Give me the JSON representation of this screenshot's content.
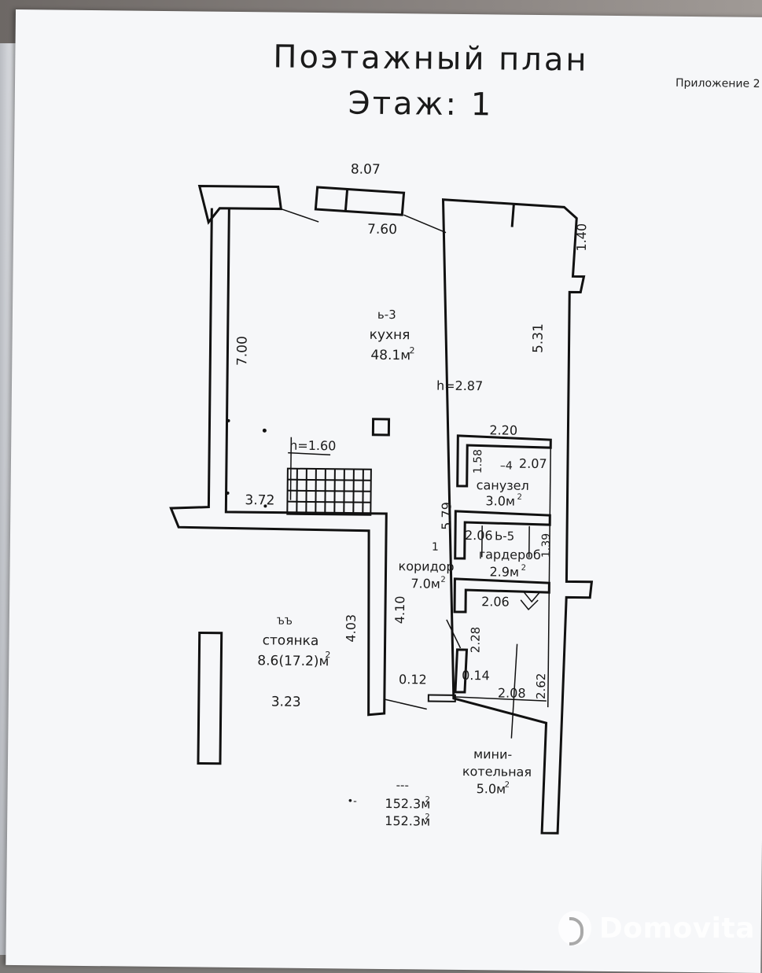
{
  "header": {
    "title_line1": "Поэтажный план",
    "title_line2": "Этаж: 1",
    "appendix": "Приложение 2"
  },
  "dimensions": {
    "top_outer": "8.07",
    "top_inner": "7.60",
    "right_top": "1.40",
    "left_wall": "7.00",
    "right_wall": "5.31",
    "stair_width": "3.72",
    "bath_top": "2.20",
    "bath_left": "1.58",
    "bath_right": "2.07",
    "corridor_left": "5.79",
    "wardrobe_left": "2.06",
    "wardrobe_right": "1.39",
    "closet_top": "2.06",
    "closet_left": "2.28",
    "boiler_right": "2.62",
    "boiler_top": "2.08",
    "door_left": "0.12",
    "door_right": "0.14",
    "parking_right": "4.03",
    "corridor_wall": "4.10",
    "parking_bottom": "3.23"
  },
  "rooms": {
    "kitchen": {
      "num": "ь-3",
      "name": "кухня",
      "area": "48.1м",
      "height": "h=2.87"
    },
    "stairs": {
      "height": "h=1.60"
    },
    "bathroom": {
      "num": "–4",
      "name": "санузел",
      "area": "3.0м"
    },
    "wardrobe": {
      "num": "Ь-5",
      "name": "гардероб",
      "area": "2.9м"
    },
    "corridor": {
      "num": "1",
      "name": "коридор",
      "area": "7.0м"
    },
    "parking": {
      "num": "ЪЪ",
      "name": "стоянка",
      "area": "8.6(17.2)м"
    },
    "boiler": {
      "name1": "мини-",
      "name2": "котельная",
      "area": "5.0м"
    }
  },
  "totals": {
    "dashes": "---",
    "area1": "152.3м",
    "area2": "152.3м",
    "mark": "•-"
  },
  "superscript": "2",
  "watermark": {
    "brand": "Domovita"
  }
}
